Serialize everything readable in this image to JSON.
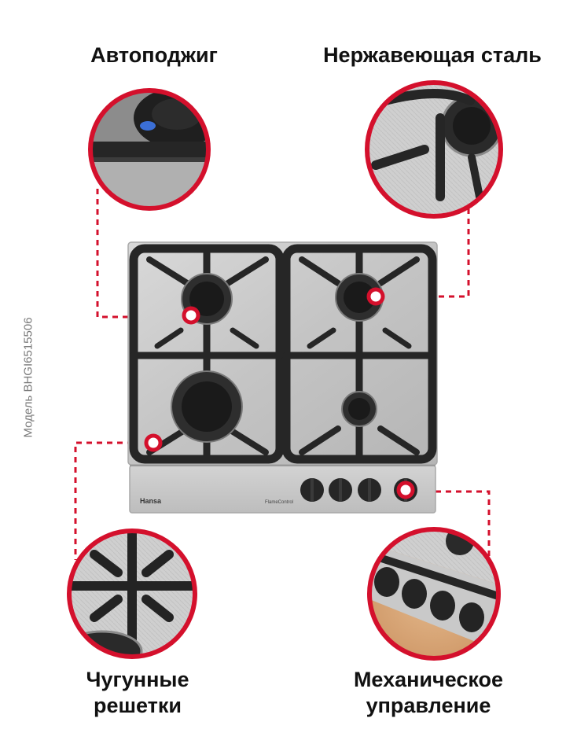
{
  "features": {
    "top_left": "Автоподжиг",
    "top_right": "Нержавеющая сталь",
    "bottom_left_line1": "Чугунные",
    "bottom_left_line2": "решетки",
    "bottom_right_line1": "Механическое",
    "bottom_right_line2": "управление"
  },
  "model": "Модель BHGI6515506",
  "brand": "Hansa",
  "flame_label": "FlameControl",
  "colors": {
    "accent": "#d4102c",
    "steel": "#c9c9c9",
    "cast_iron": "#2a2a2a",
    "text": "#111111",
    "model_text": "#7a7a7a"
  }
}
